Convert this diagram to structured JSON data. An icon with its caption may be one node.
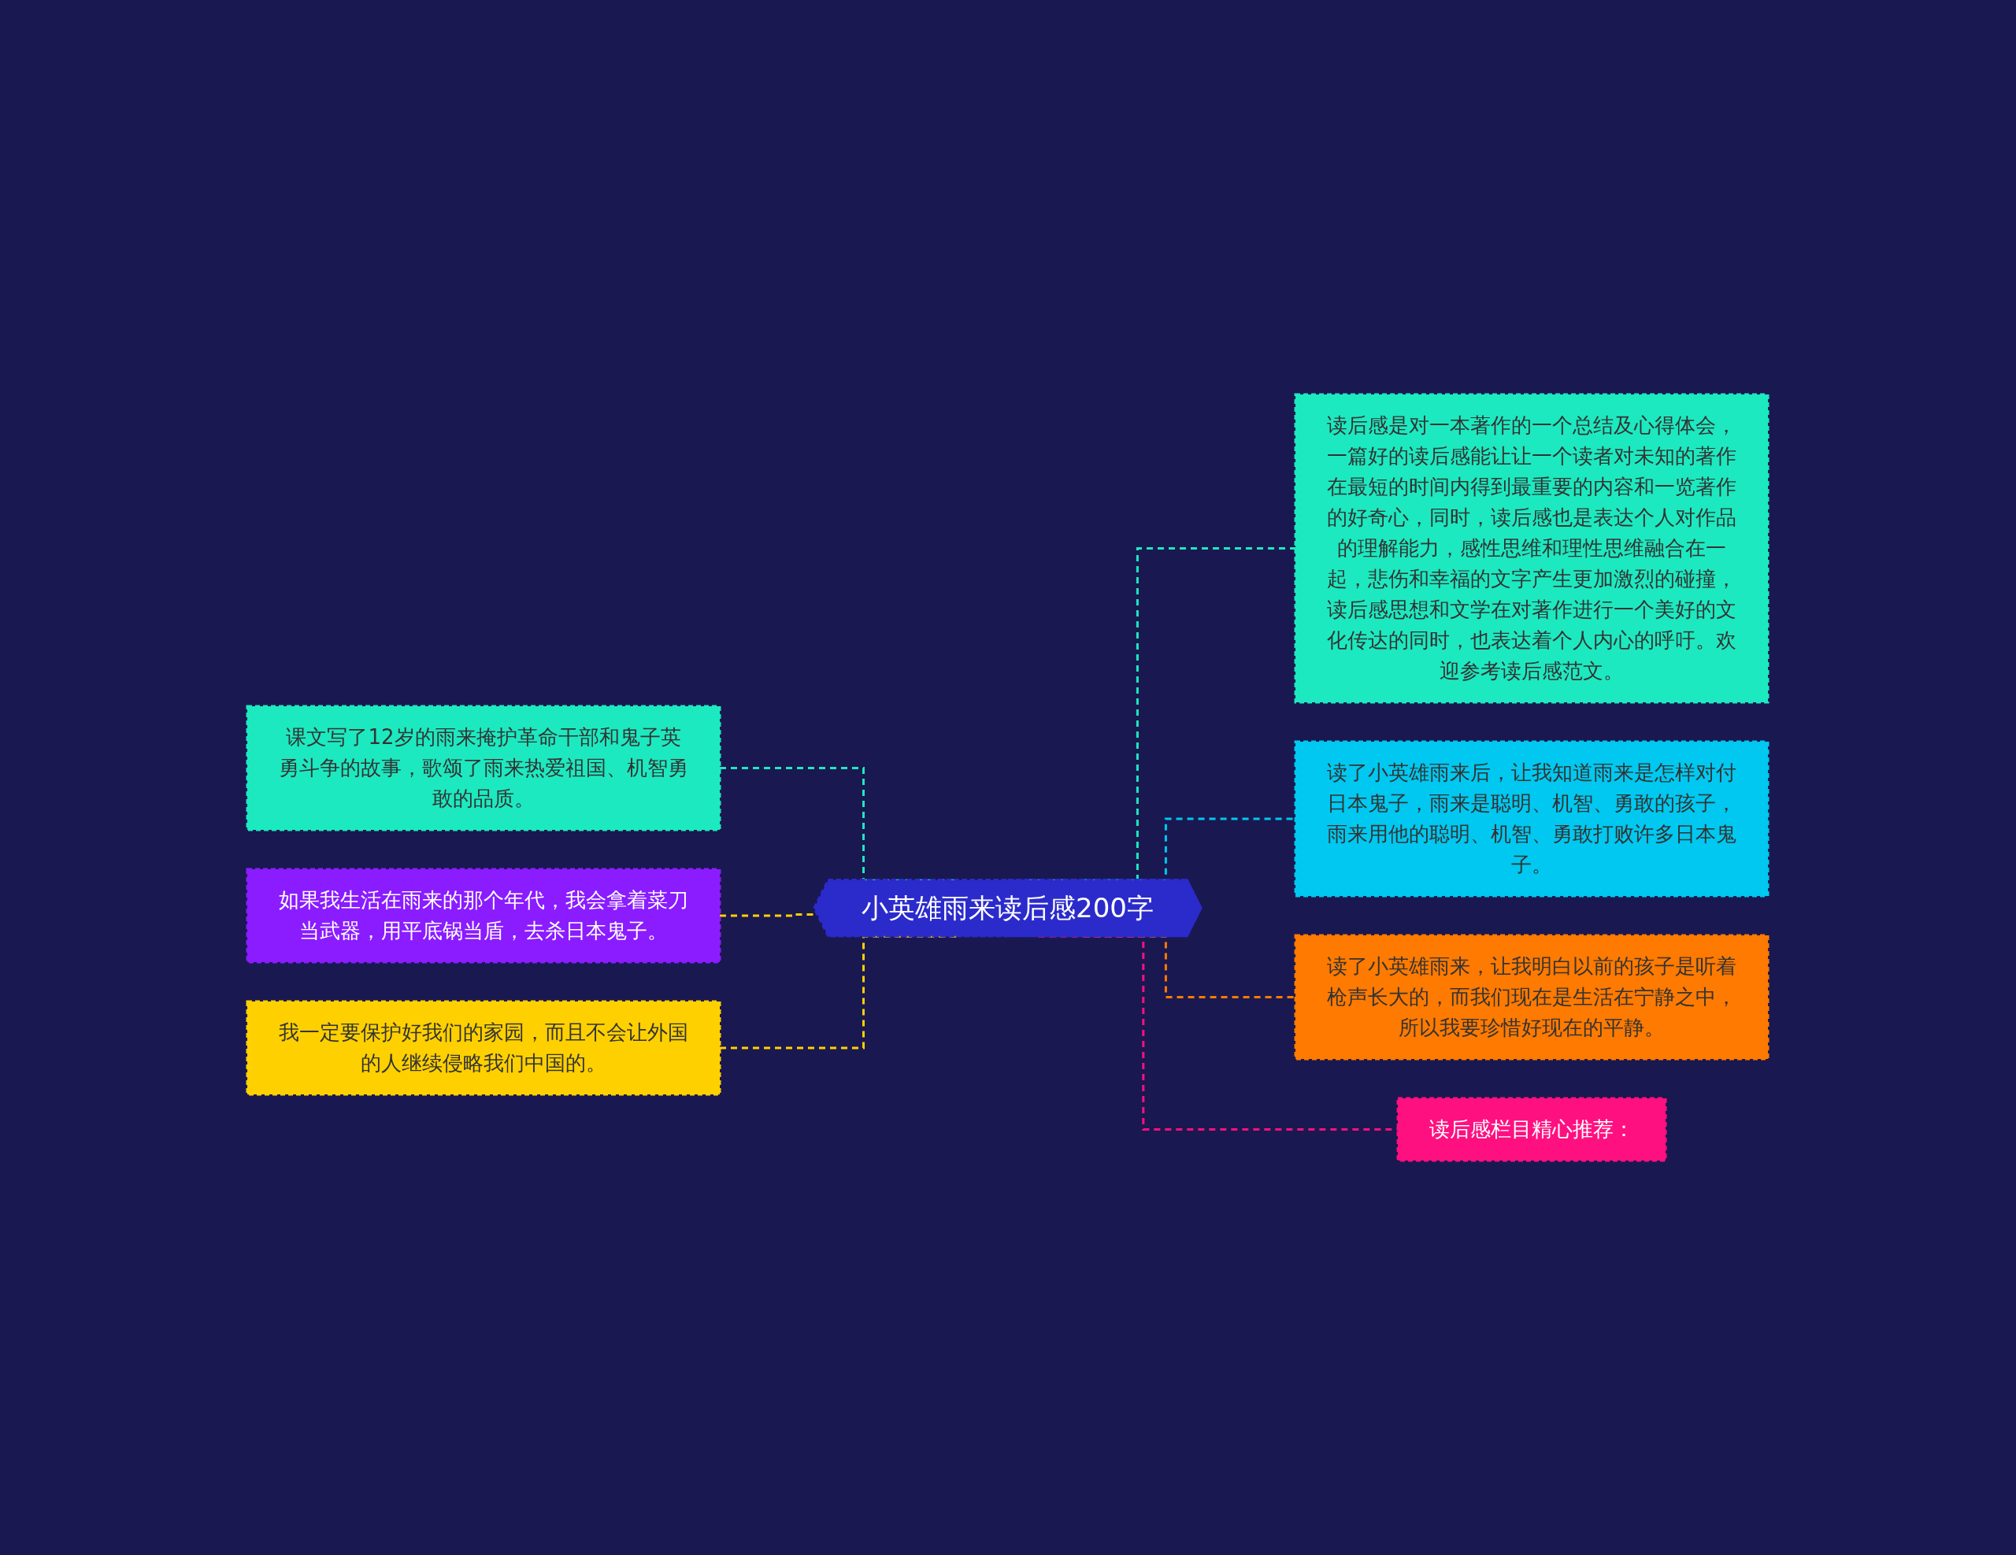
{
  "diagram": {
    "nodes": [
      {
        "text": [
          "小英雄雨来读后感200字"
        ]
      },
      {
        "text": [
          "课文写了12岁的雨来掩护革命干部和鬼子英勇斗争的故事，歌颂了雨来热爱祖国、机智勇敢的品质。"
        ]
      },
      {
        "text": [
          "如果我生活在雨来的那个年代，我会拿着菜刀当武器，用平底锅当盾，去杀日本鬼子。"
        ]
      },
      {
        "text": [
          "我一定要保护好我们的家园，而且不会让外国的人继续侵略我们中国的。"
        ]
      },
      {
        "text": [
          "读后感是对一本著作的一个总结及心得体会，一篇好的读后感能让让一个读者对未知的著作在最短的时间内得到最重要的内容和一览著作的好奇心，同时，读后感也是表达个人对作品的理解能力，感性思维和理性思维融合在一起，悲伤和幸福的文字产生更加激烈的碰撞，读后感思想和文学在对著作进行一个美好的文化传达的同时，也表达着个人内心的呼吁。欢迎参考读后感范文。"
        ]
      },
      {
        "text": [
          "读了小英雄雨来后，让我知道雨来是怎样对付日本鬼子，雨来是聪明、机智、勇敢的孩子，雨来用他的聪明、机智、勇敢打败许多日本鬼子。"
        ]
      },
      {
        "text": [
          "读了小英雄雨来，让我明白以前的孩子是听着枪声长大的，而我们现在是生活在宁静之中，所以我要珍惜好现在的平静。"
        ]
      },
      {
        "text": [
          "读后感栏目精心推荐："
        ]
      }
    ],
    "edges": [
      {
        "from": 1,
        "to": 0,
        "arrow": "none",
        "style": "dashed",
        "color": "#1de9c0"
      },
      {
        "from": 2,
        "to": 0,
        "arrow": "none",
        "style": "dashed",
        "color": "#ffd000"
      },
      {
        "from": 3,
        "to": 0,
        "arrow": "none",
        "style": "dashed",
        "color": "#ffd000"
      },
      {
        "from": 0,
        "to": 4,
        "arrow": "none",
        "style": "dashed",
        "color": "#1de9c0"
      },
      {
        "from": 0,
        "to": 5,
        "arrow": "none",
        "style": "dashed",
        "color": "#00c8f0"
      },
      {
        "from": 0,
        "to": 6,
        "arrow": "none",
        "style": "dashed",
        "color": "#ff7a00"
      },
      {
        "from": 0,
        "to": 7,
        "arrow": "none",
        "style": "dashed",
        "color": "#ff1080"
      }
    ]
  }
}
